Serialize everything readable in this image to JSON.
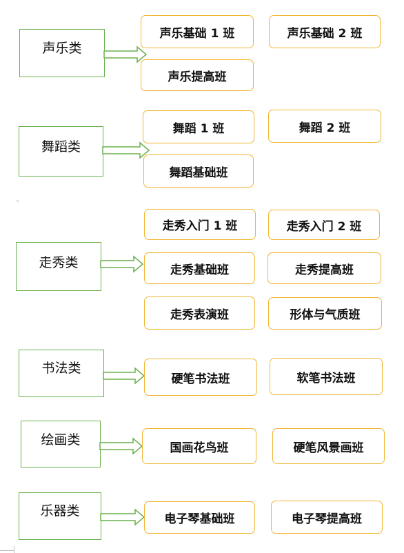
{
  "categories": [
    {
      "label": "声乐类",
      "classes": [
        "声乐基础 1 班",
        "声乐基础 2 班",
        "声乐提高班"
      ]
    },
    {
      "label": "舞蹈类",
      "classes": [
        "舞蹈 1 班",
        "舞蹈 2 班",
        "舞蹈基础班"
      ]
    },
    {
      "label": "走秀类",
      "classes": [
        "走秀入门 1 班",
        "走秀入门 2 班",
        "走秀基础班",
        "走秀提高班",
        "走秀表演班",
        "形体与气质班"
      ]
    },
    {
      "label": "书法类",
      "classes": [
        "硬笔书法班",
        "软笔书法班"
      ]
    },
    {
      "label": "绘画类",
      "classes": [
        "国画花鸟班",
        "硬笔风景画班"
      ]
    },
    {
      "label": "乐器类",
      "classes": [
        "电子琴基础班",
        "电子琴提高班"
      ]
    }
  ],
  "colors": {
    "category_border": "#6ab04c",
    "class_border": "#f2b531",
    "arrow": "#6ab04c"
  }
}
